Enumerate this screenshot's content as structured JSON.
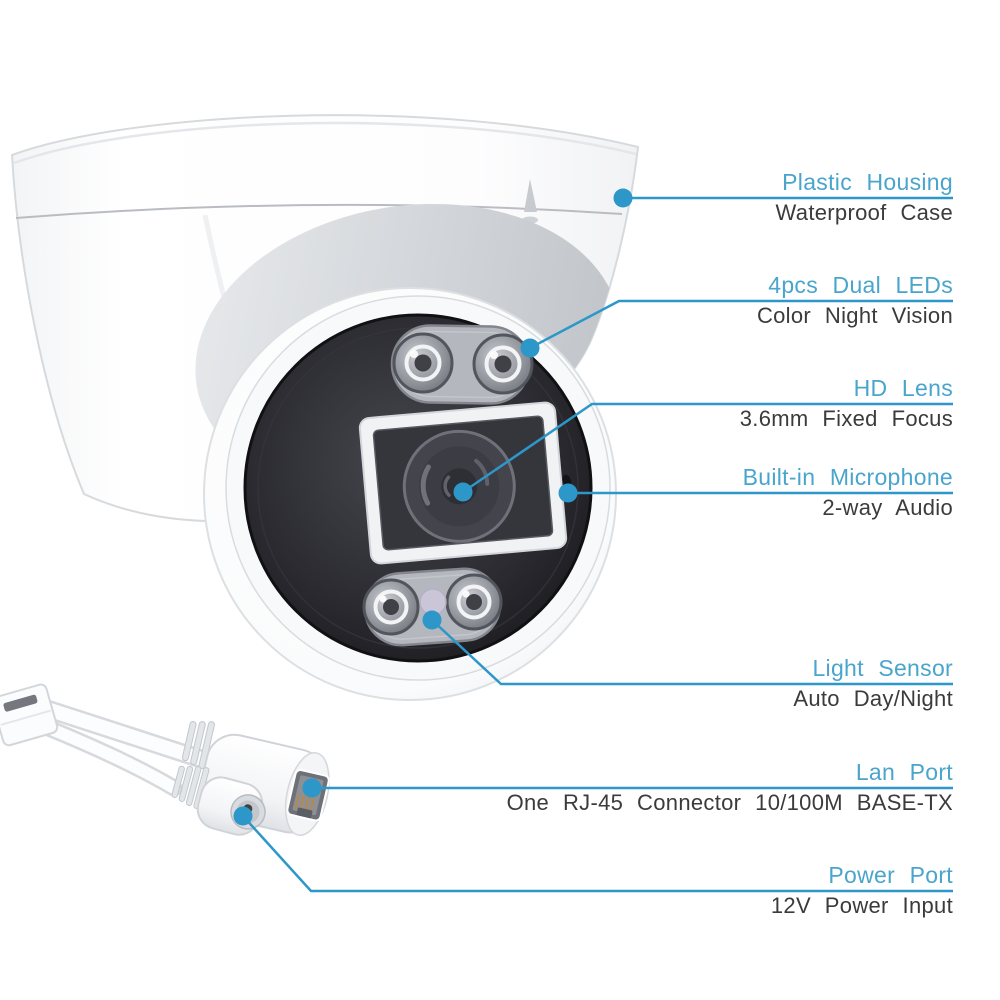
{
  "figure_kind": "security-camera-feature-callout-diagram",
  "colors": {
    "accent": "#4aa5cc",
    "leader_line": "#2d97c9",
    "subtitle_text": "#3b3b3b",
    "background": "#ffffff",
    "camera_body": "#ffffff",
    "camera_face": "#1d1d22"
  },
  "callouts": [
    {
      "title": "Plastic Housing",
      "subtitle": "Waterproof Case"
    },
    {
      "title": "4pcs Dual LEDs",
      "subtitle": "Color Night Vision"
    },
    {
      "title": "HD Lens",
      "subtitle": "3.6mm Fixed Focus"
    },
    {
      "title": "Built-in Microphone",
      "subtitle": "2-way Audio"
    },
    {
      "title": "Light Sensor",
      "subtitle": "Auto Day/Night"
    },
    {
      "title": "Lan Port",
      "subtitle": "One RJ-45 Connector 10/100M BASE-TX"
    },
    {
      "title": "Power Port",
      "subtitle": "12V Power Input"
    }
  ]
}
